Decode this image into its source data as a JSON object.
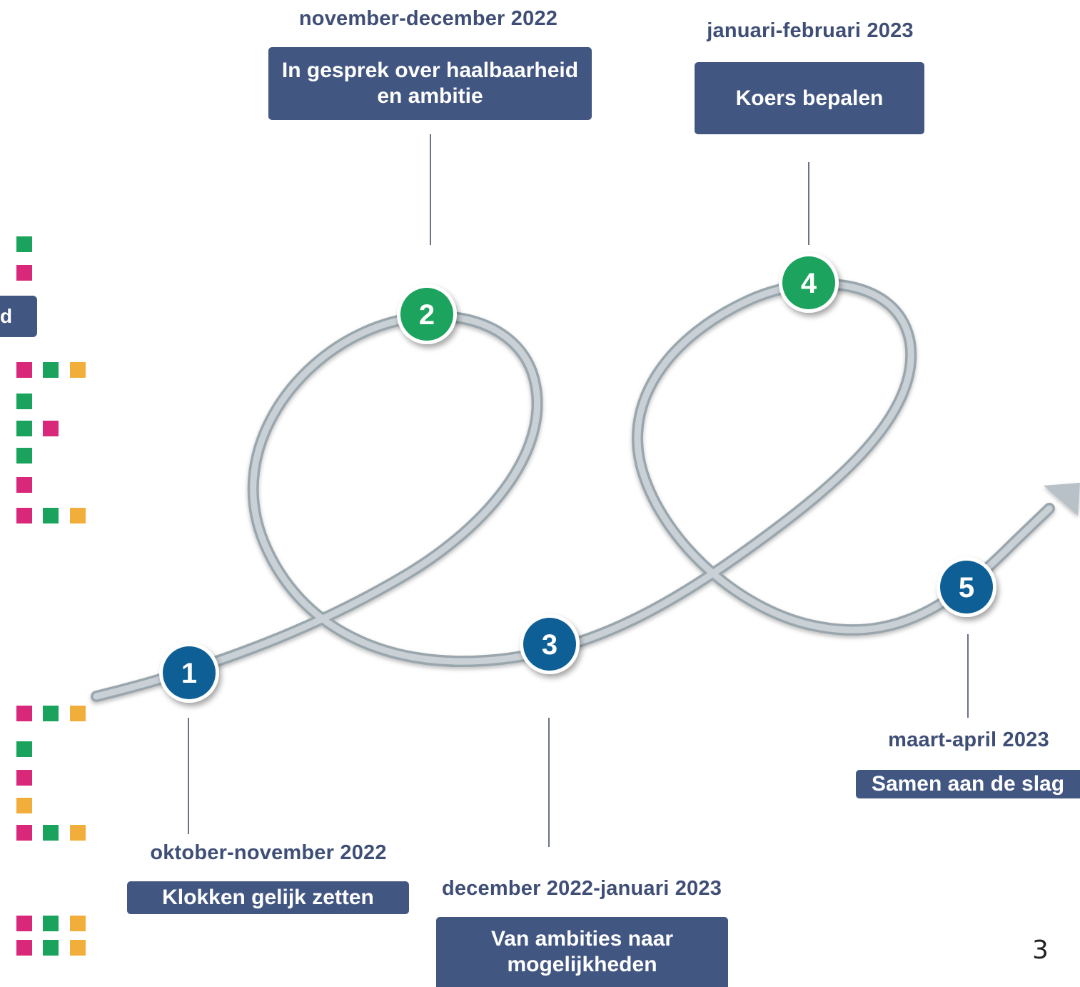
{
  "steps": [
    {
      "number": "1",
      "period": "oktober-november  2022",
      "title": "Klokken gelijk zetten",
      "color": "#0b5f95"
    },
    {
      "number": "2",
      "period": "november-december 2022",
      "title": "In gesprek over haalbaarheid en ambitie",
      "color": "#1aa35d"
    },
    {
      "number": "3",
      "period": "december 2022-januari 2023",
      "title": "Van ambities naar mogelijkheden",
      "color": "#0b5f95"
    },
    {
      "number": "4",
      "period": "januari-februari 2023",
      "title": "Koers bepalen",
      "color": "#1aa35d"
    },
    {
      "number": "5",
      "period": "maart-april 2023",
      "title": "Samen aan de slag",
      "color": "#0b5f95"
    }
  ],
  "left_tab_text": "d",
  "page_number": "3",
  "colors": {
    "box": "#425682",
    "text": "#3f4e76",
    "path": "#b9c3c9",
    "green": "#1aa35d",
    "pink": "#d9287a",
    "orange": "#f2ae3a",
    "blue": "#0b5f95"
  },
  "legend_rows": [
    [
      "green"
    ],
    [
      "pink"
    ],
    [
      "pink",
      "green",
      "orange"
    ],
    [
      "green"
    ],
    [
      "green",
      "pink"
    ],
    [
      "green"
    ],
    [
      "pink"
    ],
    [
      "pink",
      "green",
      "orange"
    ],
    [
      "pink",
      "green",
      "orange"
    ],
    [
      "green"
    ],
    [
      "pink"
    ],
    [
      "orange"
    ],
    [
      "pink",
      "green",
      "orange"
    ],
    [
      "pink",
      "green",
      "orange"
    ],
    [
      "pink",
      "green",
      "orange"
    ]
  ]
}
